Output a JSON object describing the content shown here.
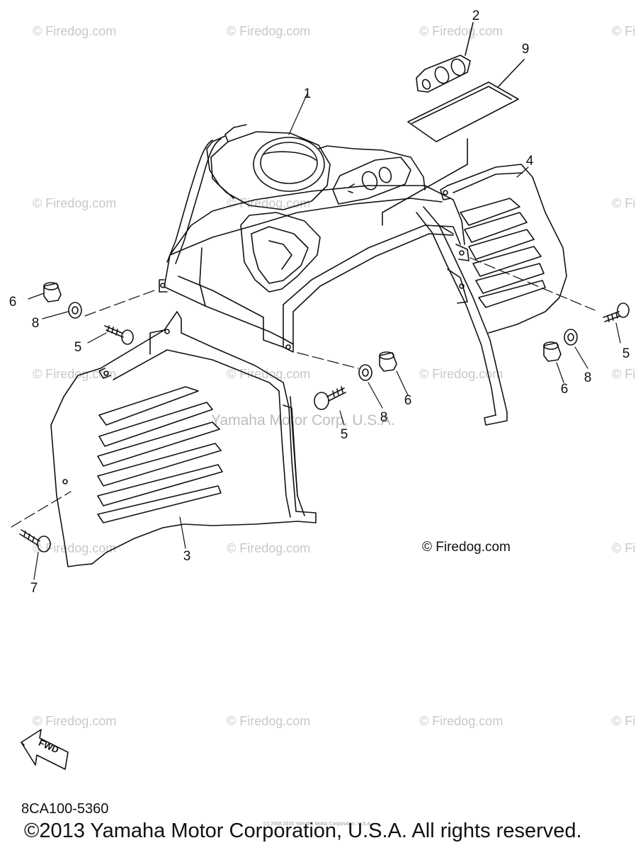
{
  "watermarks": [
    "© Firedog.com",
    "© Firedog.com",
    "© Firedog.com",
    "© Fi",
    "© Firedog.com",
    "© Firedog.com",
    "© Fi",
    "© Firedog.com",
    "© Firedog.com",
    "© Firedog.com",
    "© Fi",
    "© Firedog.com",
    "© Firedog.com",
    "© Fi",
    "© Firedog.com",
    "© Firedog.com",
    "© Firedog.com",
    "© Fi"
  ],
  "center_watermark": "Yamaha Motor Corp, U.S.A.",
  "credit": "© Firedog.com",
  "callouts": [
    "1",
    "2",
    "9",
    "4",
    "6",
    "8",
    "5",
    "5",
    "8",
    "6",
    "8",
    "6",
    "5",
    "3",
    "7"
  ],
  "fwd_label": "FWD",
  "part_number": "8CA100-5360",
  "tiny_note": "(c) 2008 2016 Yamaha Motor Corporation, U.S.A.",
  "copyright": "©2013 Yamaha Motor Corporation, U.S.A. All rights reserved.",
  "colors": {
    "line": "#111111",
    "watermark": "#c8c8c8"
  }
}
